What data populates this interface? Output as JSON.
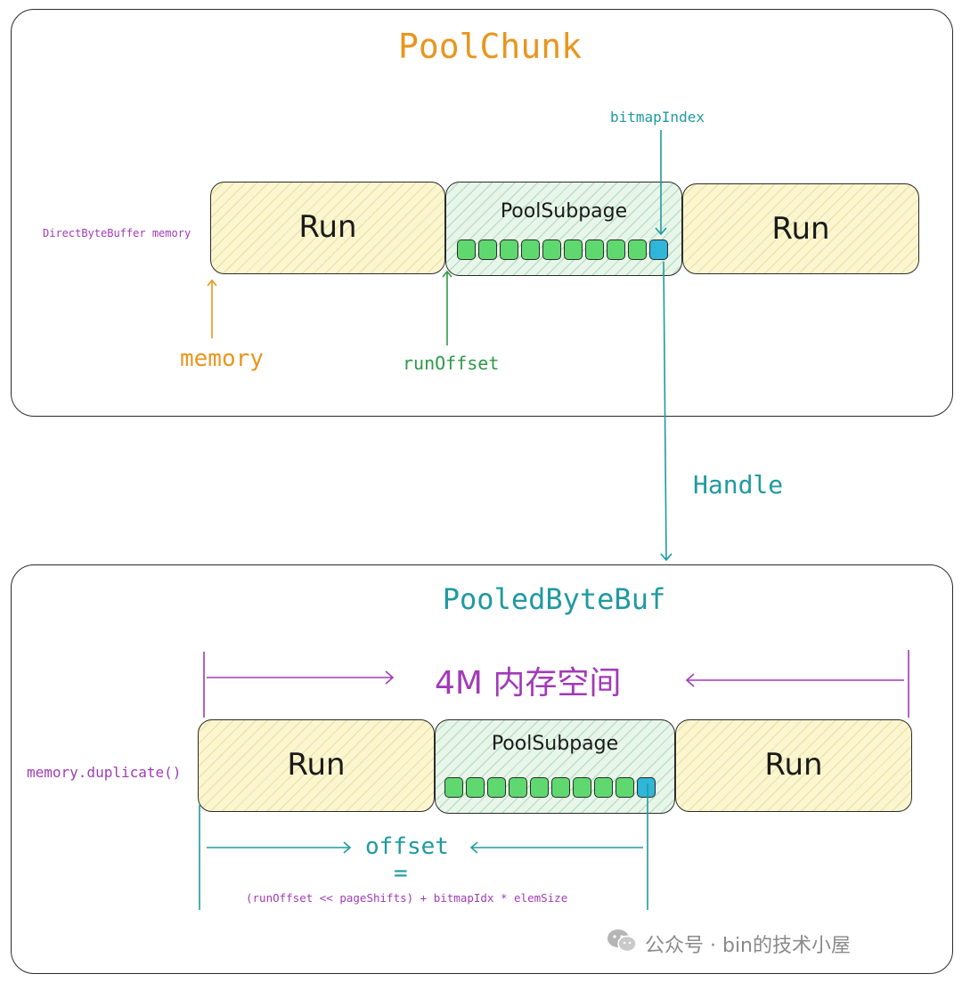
{
  "top": {
    "title": "PoolChunk",
    "left_run": "Run",
    "subpage": "PoolSubpage",
    "right_run": "Run",
    "cells": 10,
    "bitmap_label": "bitmapIndex",
    "direct_label": "DirectByteBuffer memory",
    "memory_label": "memory",
    "run_offset_label": "runOffset"
  },
  "handle_label": "Handle",
  "bottom": {
    "title": "PooledByteBuf",
    "span_label": "4M 内存空间",
    "left_run": "Run",
    "subpage": "PoolSubpage",
    "right_run": "Run",
    "cells": 10,
    "duplicate_label": "memory.duplicate()",
    "offset_label": "offset",
    "equals": "=",
    "formula": "(runOffset << pageShifts) + bitmapIdx * elemSize"
  },
  "watermark": "公众号 · bin的技术小屋",
  "colors": {
    "orange": "#e8961e",
    "teal": "#1f9aa0",
    "purple": "#a23ab8",
    "green": "#2f9a45",
    "run_fill": "#fbf6d0",
    "subpage_fill": "#e8f6ea",
    "cell_fill": "#5fd96f",
    "cell_selected": "#2fb6d8"
  }
}
